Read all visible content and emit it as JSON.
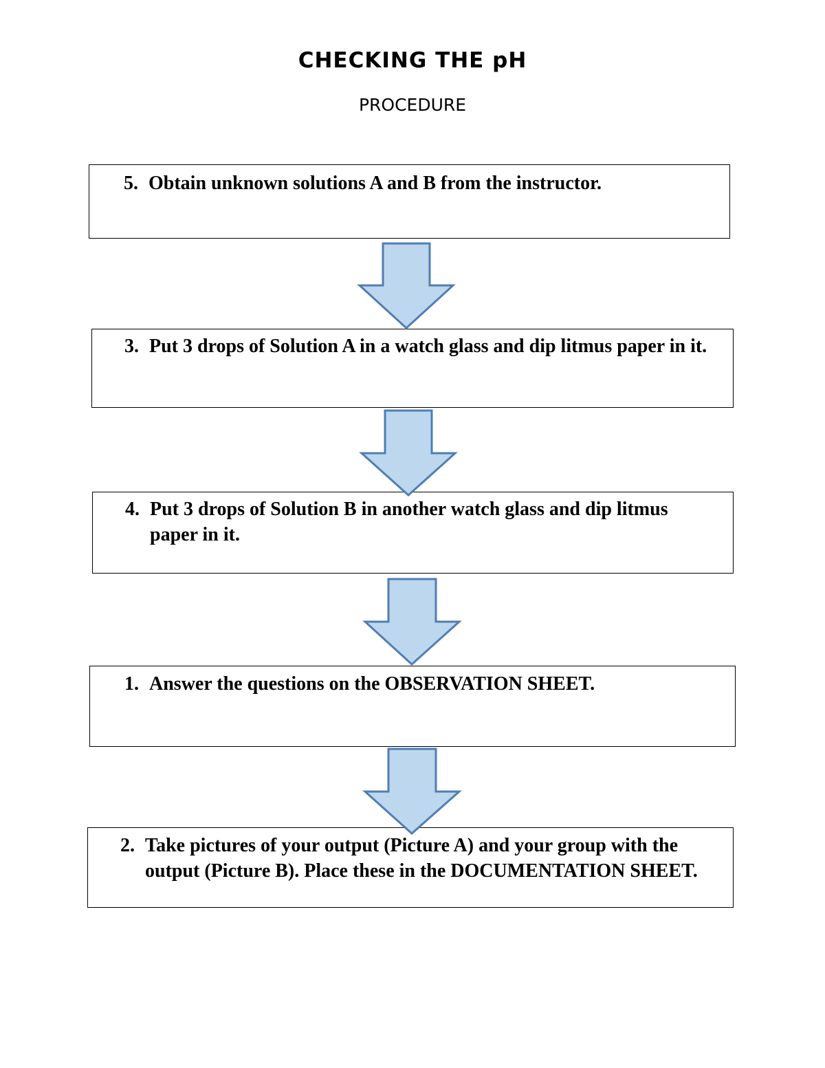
{
  "header": {
    "title": "CHECKING THE pH",
    "subtitle": "PROCEDURE"
  },
  "steps": [
    {
      "number": "5.",
      "text": "Obtain unknown solutions A and B from the instructor."
    },
    {
      "number": "3.",
      "text": "Put 3 drops of Solution A in a watch glass and dip litmus paper in it."
    },
    {
      "number": "4.",
      "text": "Put 3 drops of Solution B in another watch glass and dip litmus paper in it."
    },
    {
      "number": "1.",
      "text": "Answer the questions on the OBSERVATION SHEET."
    },
    {
      "number": "2.",
      "text": "Take pictures of your output (Picture A) and your group with the output (Picture B). Place these in the DOCUMENTATION SHEET."
    }
  ],
  "colors": {
    "arrow_fill": "#bdd7ee",
    "arrow_stroke": "#4f7eb3",
    "box_border": "#000000"
  },
  "icons": {
    "connector": "down-arrow-icon"
  }
}
